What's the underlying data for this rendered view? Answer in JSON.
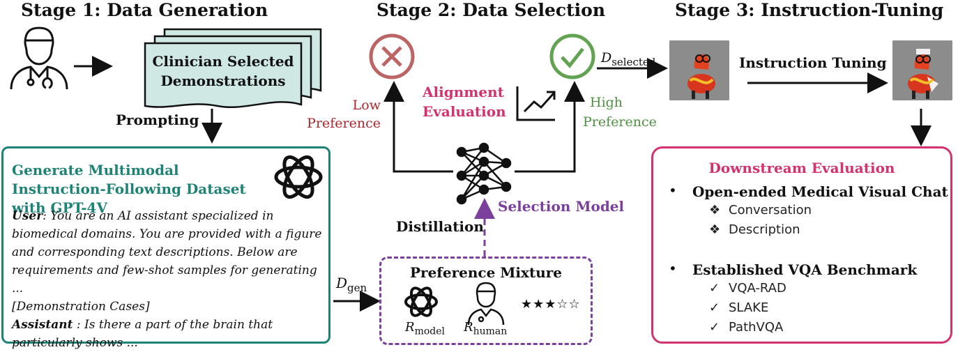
{
  "stages": {
    "stage1": "Stage 1: Data Generation",
    "stage2": "Stage 2: Data Selection",
    "stage3": "Stage 3: Instruction-Tuning"
  },
  "stage1": {
    "demonstrations": "Clinician Selected Demonstrations",
    "prompting": "Prompting",
    "gen_title": "Generate Multimodal Instruction-Following Dataset with GPT-4V",
    "user_label": "User",
    "user_text": ": You are an AI assistant specialized in biomedical domains. You are provided with a figure and corresponding text descriptions. Below are requirements and few-shot samples for generating ...",
    "demo_cases": "[Demonstration Cases]",
    "assistant_label": "Assistant",
    "assistant_text": " : Is there a part of the brain that particularly shows ...",
    "d_gen": "D",
    "d_gen_sub": "gen"
  },
  "stage2": {
    "low": "Low",
    "low2": "Preference",
    "alignment": "Alignment",
    "evaluation": "Evaluation",
    "high": "High",
    "high2": "Preference",
    "selection_model": "Selection Model",
    "distillation": "Distillation",
    "mixture_title": "Preference Mixture",
    "r_model_sub": "model",
    "r_human_sub": "human",
    "r_symbol": "R",
    "stars": "★★★☆☆",
    "d_selected": "D",
    "d_selected_sub": "selected"
  },
  "stage3": {
    "instruction_tuning": "Instruction Tuning",
    "downstream": "Downstream Evaluation",
    "open_ended": "Open-ended Medical Visual Chat",
    "conversation": "Conversation",
    "description": "Description",
    "established": "Established VQA Benchmark",
    "vqa_rad": "VQA-RAD",
    "slake": "SLAKE",
    "pathvqa": "PathVQA",
    "bullet": "•",
    "diamond": "❖",
    "check": "✓"
  },
  "colors": {
    "teal": "#1e8276",
    "red": "#a8282c",
    "pink": "#d33270",
    "green": "#4f9242",
    "purple": "#7b3f9c"
  },
  "icons": [
    "doctor-icon",
    "document-stack-icon",
    "openai-logo-icon",
    "cross-circle-icon",
    "check-circle-icon",
    "trend-chart-icon",
    "neural-network-icon",
    "llama-image",
    "star-rating-icon"
  ]
}
